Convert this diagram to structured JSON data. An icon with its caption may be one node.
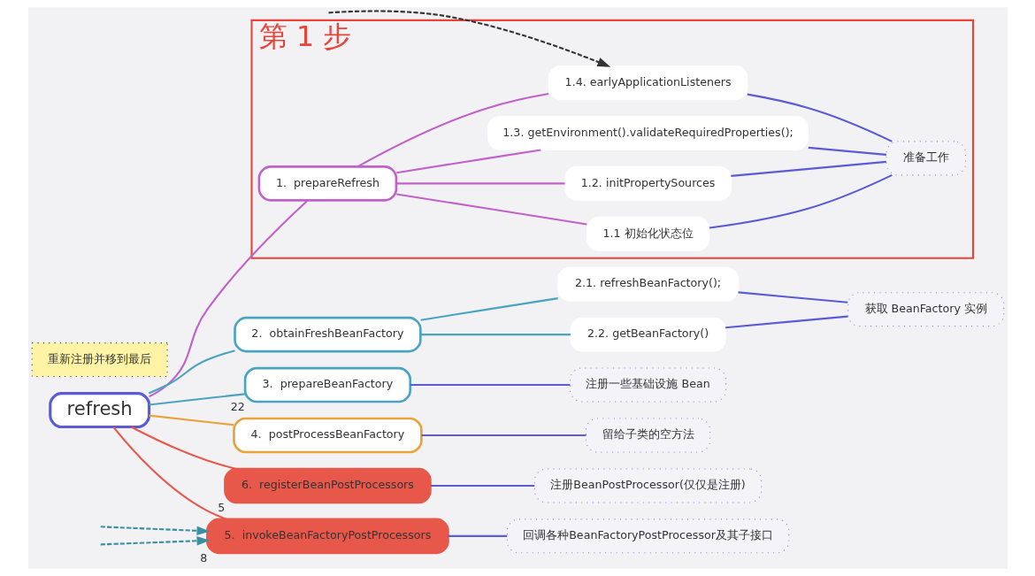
{
  "diagram": {
    "nodes": [
      {
        "text": [
          "第 1 步"
        ]
      },
      {
        "text": [
          "1.  prepareRefresh"
        ],
        "in": 0
      },
      {
        "text": [
          "1.1 初始化状态位"
        ],
        "in": 0
      },
      {
        "text": [
          "1.2. initPropertySources"
        ],
        "in": 0
      },
      {
        "text": [
          "1.3. getEnvironment().validateRequiredProperties();"
        ],
        "in": 0
      },
      {
        "text": [
          "1.4. earlyApplicationListeners"
        ],
        "in": 0
      },
      {
        "text": [
          "准备工作"
        ],
        "in": 0
      },
      {
        "text": [
          "2.  obtainFreshBeanFactory"
        ]
      },
      {
        "text": [
          "2.1. refreshBeanFactory();"
        ]
      },
      {
        "text": [
          "2.2. getBeanFactory()"
        ]
      },
      {
        "text": [
          "获取 BeanFactory 实例"
        ]
      },
      {
        "text": [
          "3.  prepareBeanFactory"
        ],
        "beside": [
          "22"
        ]
      },
      {
        "text": [
          "注册一些基础设施 Bean"
        ]
      },
      {
        "text": [
          "4.  postProcessBeanFactory"
        ]
      },
      {
        "text": [
          "留给子类的空方法"
        ]
      },
      {
        "text": [
          "5.  invokeBeanFactoryPostProcessors"
        ],
        "beside": [
          "8"
        ]
      },
      {
        "text": [
          "回调各种BeanFactoryPostProcessor及其子接口"
        ]
      },
      {
        "text": [
          "重新注册并移到最后"
        ]
      },
      {
        "text": [
          "6.  registerBeanPostProcessors"
        ],
        "beside": [
          "5"
        ]
      },
      {
        "text": [
          "注册BeanPostProcessor(仅仅是注册)"
        ]
      },
      {
        "text": [
          "refresh"
        ]
      }
    ],
    "edges": [
      {
        "from": 20,
        "to": 1,
        "arrow": "none",
        "color": "#c062c9"
      },
      {
        "from": 20,
        "to": 7,
        "arrow": "none",
        "color": "#4aa3c0"
      },
      {
        "from": 20,
        "to": 11,
        "arrow": "none",
        "color": "#4aa3c0"
      },
      {
        "from": 20,
        "to": 13,
        "arrow": "none",
        "color": "#e8a33a"
      },
      {
        "from": 20,
        "to": 15,
        "arrow": "none",
        "color": "#e8584a"
      },
      {
        "from": 20,
        "to": 18,
        "arrow": "none",
        "color": "#e8584a"
      },
      {
        "from": 1,
        "to": 2,
        "arrow": "none",
        "color": "#c062c9"
      },
      {
        "from": 1,
        "to": 3,
        "arrow": "none",
        "color": "#c062c9"
      },
      {
        "from": 1,
        "to": 4,
        "arrow": "none",
        "color": "#c062c9"
      },
      {
        "from": 1,
        "to": 5,
        "arrow": "none",
        "color": "#c062c9"
      },
      {
        "from": 2,
        "to": 6,
        "arrow": "none",
        "color": "#5b5bd6"
      },
      {
        "from": 3,
        "to": 6,
        "arrow": "none",
        "color": "#5b5bd6"
      },
      {
        "from": 4,
        "to": 6,
        "arrow": "none",
        "color": "#5b5bd6"
      },
      {
        "from": 5,
        "to": 6,
        "arrow": "none",
        "color": "#5b5bd6"
      },
      {
        "from": 7,
        "to": 8,
        "arrow": "none",
        "color": "#4aa3c0"
      },
      {
        "from": 7,
        "to": 9,
        "arrow": "none",
        "color": "#4aa3c0"
      },
      {
        "from": 8,
        "to": 10,
        "arrow": "none",
        "color": "#5b5bd6"
      },
      {
        "from": 9,
        "to": 10,
        "arrow": "none",
        "color": "#5b5bd6"
      },
      {
        "from": 11,
        "to": 12,
        "arrow": "none",
        "color": "#5b5bd6"
      },
      {
        "from": 13,
        "to": 14,
        "arrow": "none",
        "color": "#5b5bd6"
      },
      {
        "from": 15,
        "to": 16,
        "arrow": "none",
        "color": "#5b5bd6"
      },
      {
        "from": 18,
        "to": 19,
        "arrow": "none",
        "color": "#5b5bd6"
      },
      {
        "from": null,
        "to": 5,
        "arrow": "to",
        "style": "dashed",
        "color": "#333333"
      },
      {
        "from": null,
        "to": 15,
        "arrow": "to",
        "style": "dashed",
        "color": "#3a8fa0"
      },
      {
        "from": null,
        "to": 15,
        "arrow": "to",
        "style": "dashed",
        "color": "#3a8fa0"
      }
    ]
  }
}
